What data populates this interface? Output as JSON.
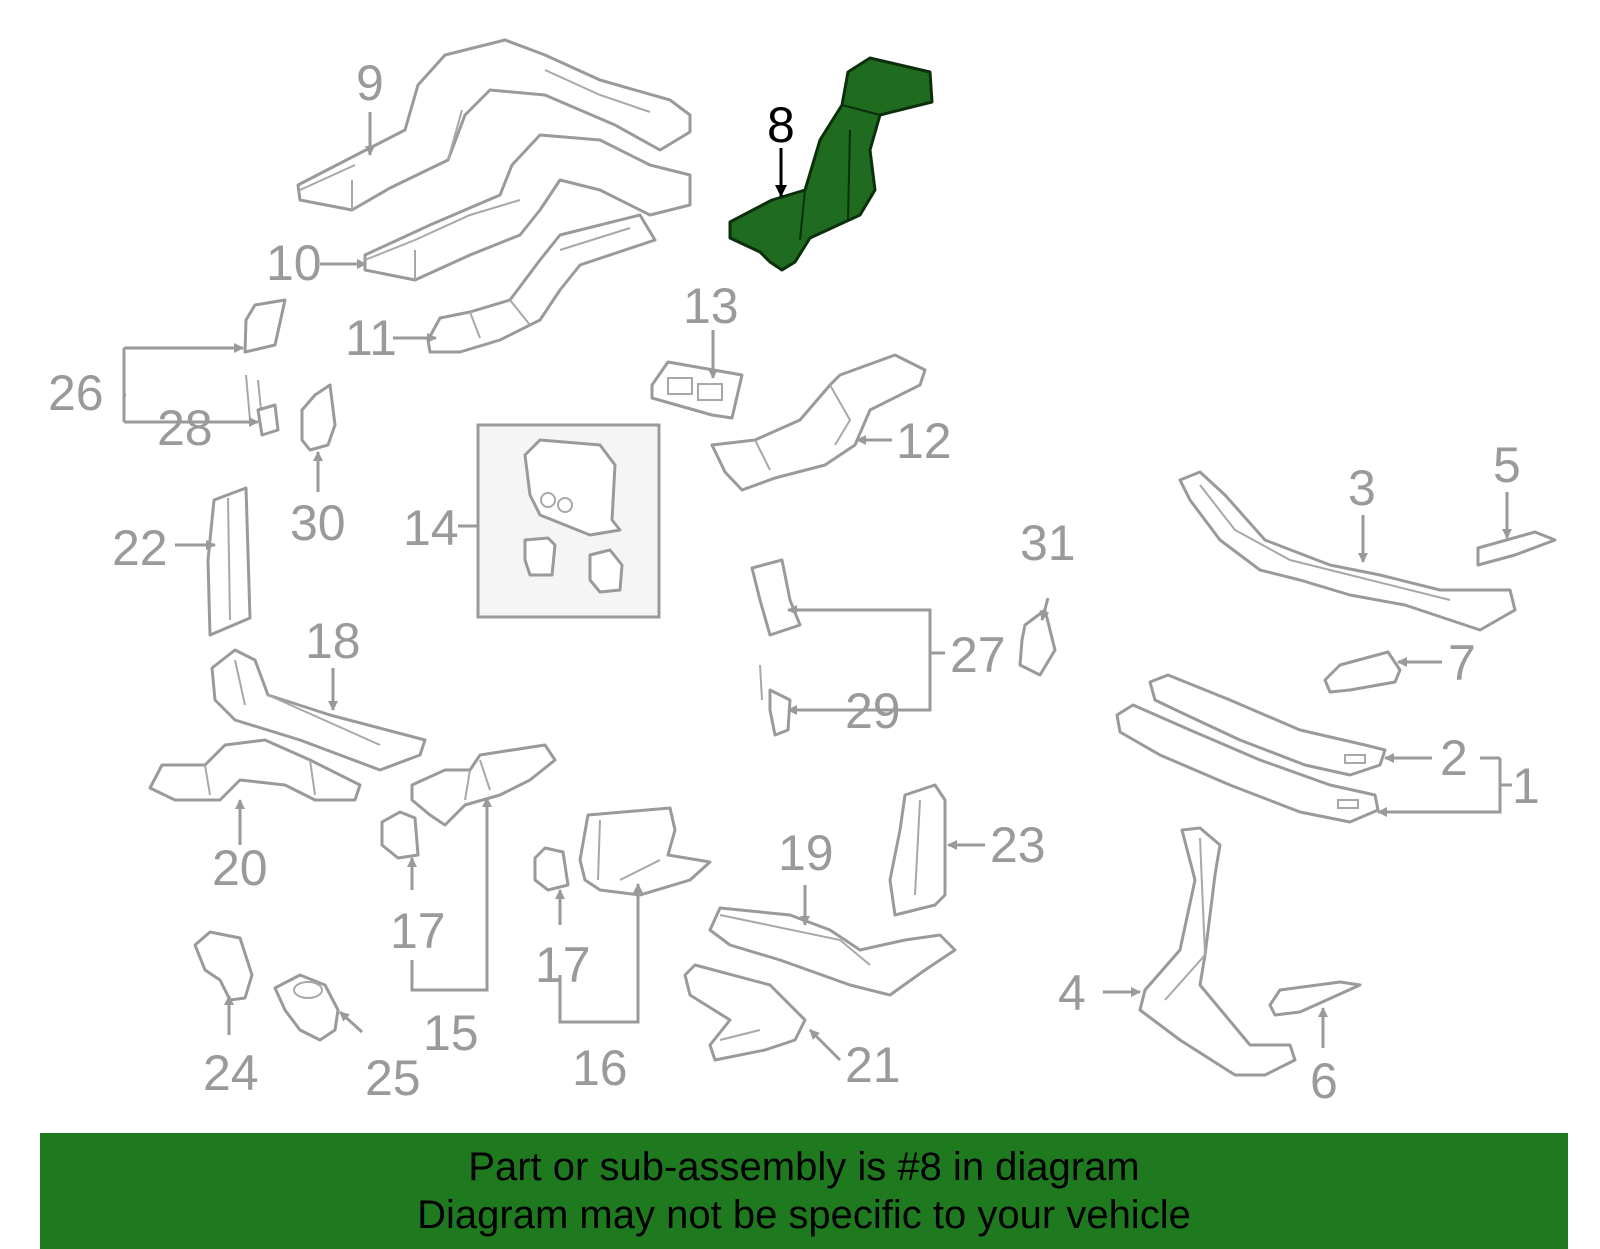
{
  "callouts": {
    "c1": "1",
    "c2": "2",
    "c3": "3",
    "c4": "4",
    "c5": "5",
    "c6": "6",
    "c7": "7",
    "c8": "8",
    "c9": "9",
    "c10": "10",
    "c11": "11",
    "c12": "12",
    "c13": "13",
    "c14": "14",
    "c15": "15",
    "c16": "16",
    "c17a": "17",
    "c17b": "17",
    "c18": "18",
    "c19": "19",
    "c20": "20",
    "c21": "21",
    "c22": "22",
    "c23": "23",
    "c24": "24",
    "c25": "25",
    "c26": "26",
    "c27": "27",
    "c28": "28",
    "c29": "29",
    "c30": "30",
    "c31": "31"
  },
  "highlight": {
    "part": "8",
    "color": "#1f6b1f"
  },
  "banner": {
    "line1": "Part or sub-assembly is #8 in diagram",
    "line2": "Diagram may not be specific to your vehicle",
    "color": "#1f7a1f"
  }
}
